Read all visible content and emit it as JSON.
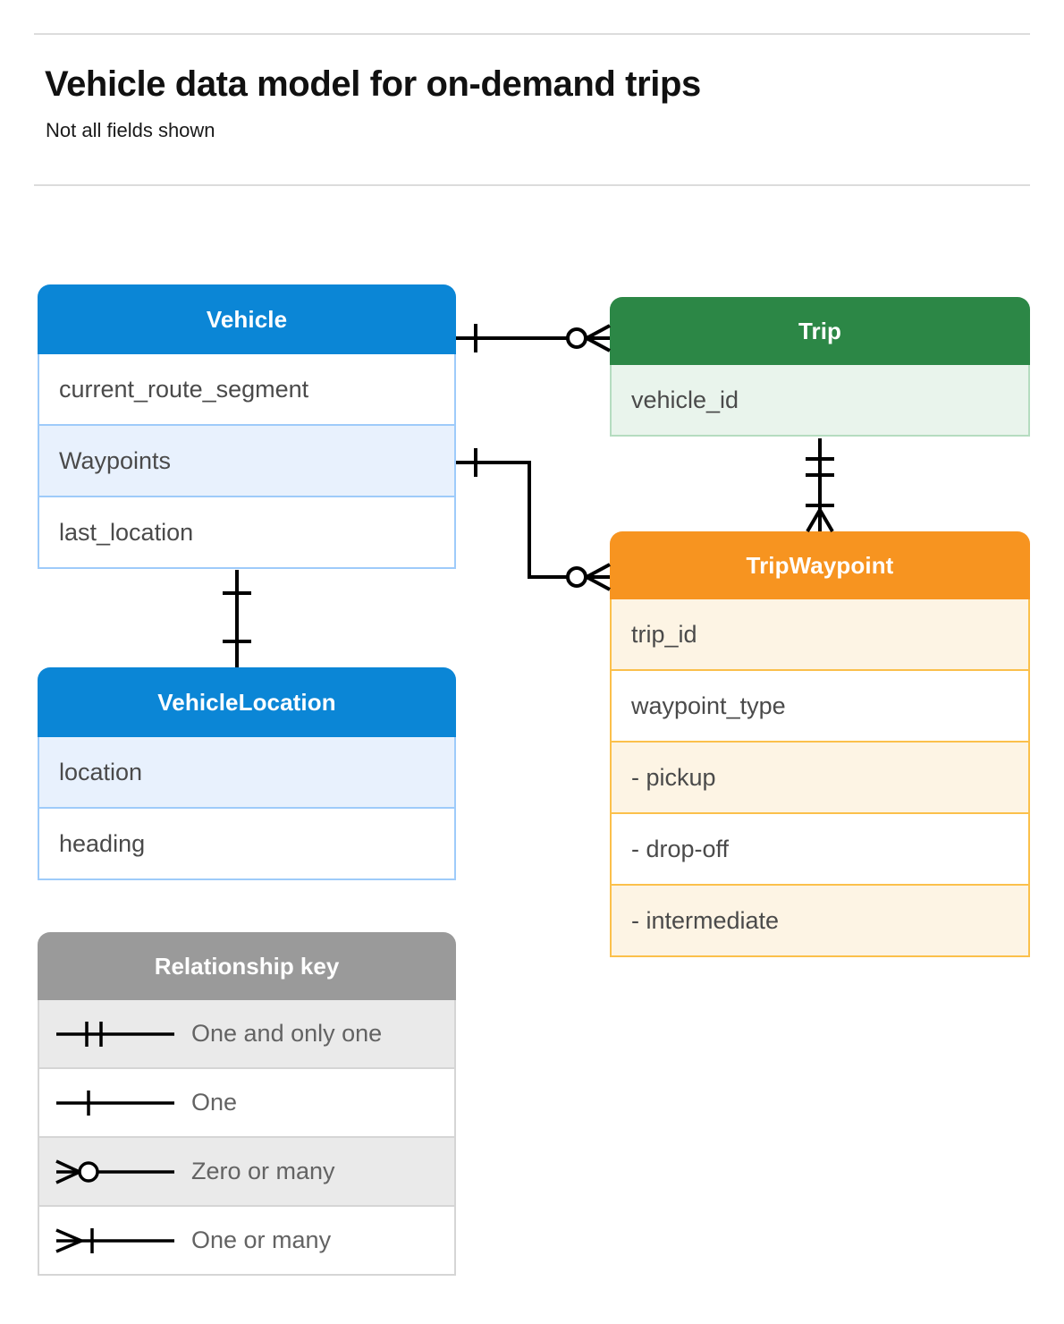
{
  "header": {
    "title": "Vehicle data model for on-demand trips",
    "subtitle": "Not all fields shown"
  },
  "colors": {
    "blue": "#0b86d6",
    "blue_row_alt": "#e8f1fd",
    "blue_border": "#9ecbfa",
    "green": "#2c8746",
    "green_row_alt": "#e9f4ec",
    "green_border": "#b5dcc0",
    "orange": "#f79420",
    "orange_row_alt": "#fdf4e4",
    "orange_border": "#fbc04b",
    "gray_header": "#9a9a9a",
    "gray_row_alt": "#eaeaea",
    "rule": "#dcdcdc",
    "connector": "#000000"
  },
  "entities": [
    {
      "id": "vehicle",
      "title": "Vehicle",
      "theme": "blue",
      "rows": [
        {
          "label": "current_route_segment",
          "highlight": false
        },
        {
          "label": "Waypoints",
          "highlight": true
        },
        {
          "label": "last_location",
          "highlight": false
        }
      ]
    },
    {
      "id": "vehicle-location",
      "title": "VehicleLocation",
      "theme": "blue",
      "rows": [
        {
          "label": "location",
          "highlight": true
        },
        {
          "label": "heading",
          "highlight": false
        }
      ]
    },
    {
      "id": "trip",
      "title": "Trip",
      "theme": "green",
      "rows": [
        {
          "label": "vehicle_id",
          "highlight": true
        }
      ]
    },
    {
      "id": "tripwaypoint",
      "title": "TripWaypoint",
      "theme": "orange",
      "rows": [
        {
          "label": "trip_id",
          "highlight": true
        },
        {
          "label": "waypoint_type",
          "highlight": false
        },
        {
          "label": "- pickup",
          "highlight": true
        },
        {
          "label": "- drop-off",
          "highlight": false
        },
        {
          "label": "- intermediate",
          "highlight": true
        }
      ]
    }
  ],
  "legend": {
    "title": "Relationship key",
    "rows": [
      {
        "label": "One and only one",
        "symbol": "one-and-only-one-symbol"
      },
      {
        "label": "One",
        "symbol": "one-symbol"
      },
      {
        "label": "Zero or many",
        "symbol": "zero-or-many-symbol"
      },
      {
        "label": "One or many",
        "symbol": "one-or-many-symbol"
      }
    ]
  },
  "relationships": [
    {
      "id": "vehicle-to-trip",
      "from": "Vehicle",
      "to": "Trip",
      "from_cardinality": "One",
      "to_cardinality": "Zero or many"
    },
    {
      "id": "vehicle-waypoints-to-tripwaypoint",
      "from": "Vehicle.Waypoints",
      "to": "TripWaypoint",
      "from_cardinality": "One",
      "to_cardinality": "Zero or many"
    },
    {
      "id": "vehicle-to-vehiclelocation",
      "from": "Vehicle",
      "to": "VehicleLocation",
      "from_cardinality": "One",
      "to_cardinality": "One and only one"
    },
    {
      "id": "trip-to-tripwaypoint",
      "from": "Trip",
      "to": "TripWaypoint",
      "from_cardinality": "One and only one",
      "to_cardinality": "One or many"
    }
  ]
}
